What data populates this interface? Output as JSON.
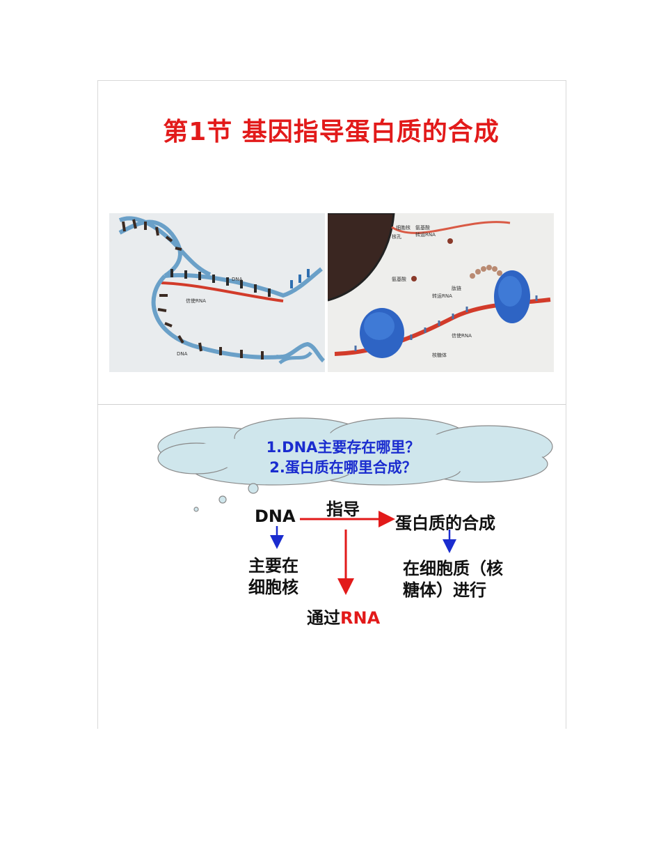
{
  "slide1": {
    "title": "第1节  基因指导蛋白质的合成",
    "image_left": {
      "labels": {
        "dna_top": "DNA",
        "mrna": "信使RNA",
        "dna_bottom": "DNA"
      }
    },
    "image_right": {
      "labels": {
        "nuclear_membrane": "细胞核",
        "nuclear_pore": "核孔",
        "amino_acid_1": "氨基酸",
        "trna_1": "转运RNA",
        "amino_acid_2": "氨基酸",
        "trna_2": "转运RNA",
        "peptide": "肽链",
        "mrna": "信使RNA",
        "ribosome": "核糖体"
      }
    }
  },
  "slide2": {
    "questions": [
      "1.DNA主要存在哪里？",
      "2.蛋白质在哪里合成？"
    ],
    "diagram": {
      "dna": "DNA",
      "guide": "指导",
      "protein_synthesis": "蛋白质的合成",
      "dna_location_line1": "主要在",
      "dna_location_line2": "细胞核",
      "protein_location_line1": "在细胞质（核",
      "protein_location_line2": "糖体）进行",
      "via_prefix": "通过",
      "via_rna": "RNA"
    },
    "colors": {
      "red": "#e21a1a",
      "blue": "#1a2ccf",
      "cloud_fill": "#cfe6ec"
    }
  }
}
